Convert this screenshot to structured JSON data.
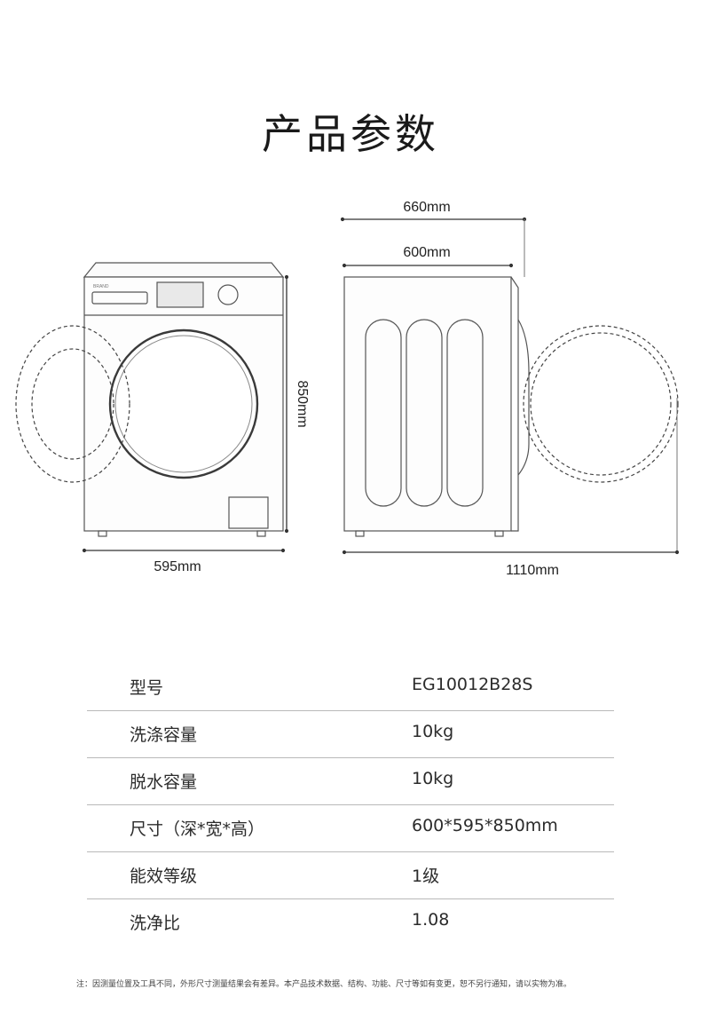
{
  "title": "产品参数",
  "dimensions": {
    "front_width": "595mm",
    "height": "850mm",
    "side_depth_total": "660mm",
    "side_depth": "600mm",
    "depth_door_open": "1110mm"
  },
  "specs": [
    {
      "label": "型号",
      "value": "EG10012B28S"
    },
    {
      "label": "洗涤容量",
      "value": "10kg"
    },
    {
      "label": "脱水容量",
      "value": "10kg"
    },
    {
      "label": "尺寸（深*宽*高）",
      "value": "600*595*850mm"
    },
    {
      "label": "能效等级",
      "value": "1级"
    },
    {
      "label": "洗净比",
      "value": "1.08"
    }
  ],
  "note": "注：因测量位置及工具不同，外形尺寸测量结果会有差异。本产品技术数据、结构、功能、尺寸等如有变更，恕不另行通知，请以实物为准。"
}
